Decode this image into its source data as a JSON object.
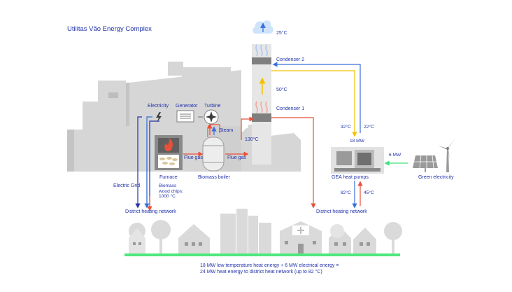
{
  "title": "Utilitas Vão Energy Complex",
  "labels": {
    "temp_top": "25°C",
    "condenser2": "Condenser 2",
    "temp_mid": "50°C",
    "condenser1": "Condenser 1",
    "electricity": "Electricity",
    "generator": "Generator",
    "turbine": "Turbine",
    "steam": "Steam",
    "temp_flue": "130°C",
    "flue_gas_1": "Flue gas",
    "flue_gas_2": "Flue gas",
    "biomass_boiler": "Biomass boiler",
    "furnace": "Furnace",
    "biomass_chips": "Biomass\nwood chips:\n1000 °C",
    "electric_grid": "Electric Grid",
    "dhn_left": "District heating network",
    "dhn_right": "District heating network",
    "hp_in_left": "32°C",
    "hp_in_right": "22°C",
    "hp_power": "18 MW",
    "green_power": "6 MW",
    "heat_pumps": "GEA heat pumps",
    "green_electricity": "Green electricity",
    "hp_out_left": "82°C",
    "hp_out_right": "45°C"
  },
  "footer": {
    "line1": "18 MW low temperature heat energy + 6 MW electrical energy =",
    "line2": "24 MW heat energy to district heat network (up to 82 °C)"
  },
  "colors": {
    "accent_blue": "#2233aa",
    "flow_blue": "#3b6fd8",
    "flow_yellow": "#f2c200",
    "flow_red": "#e8503a",
    "flow_green": "#3ee07a",
    "building_gray": "#d9d9d9",
    "ground_green": "#4ee87e"
  },
  "icons": [
    "lightning-icon",
    "generator-icon",
    "turbine-icon",
    "flame-icon",
    "wood-chips-icon",
    "solar-panel-icon",
    "wind-turbine-icon",
    "heat-pump-icon",
    "smoke-icon"
  ]
}
